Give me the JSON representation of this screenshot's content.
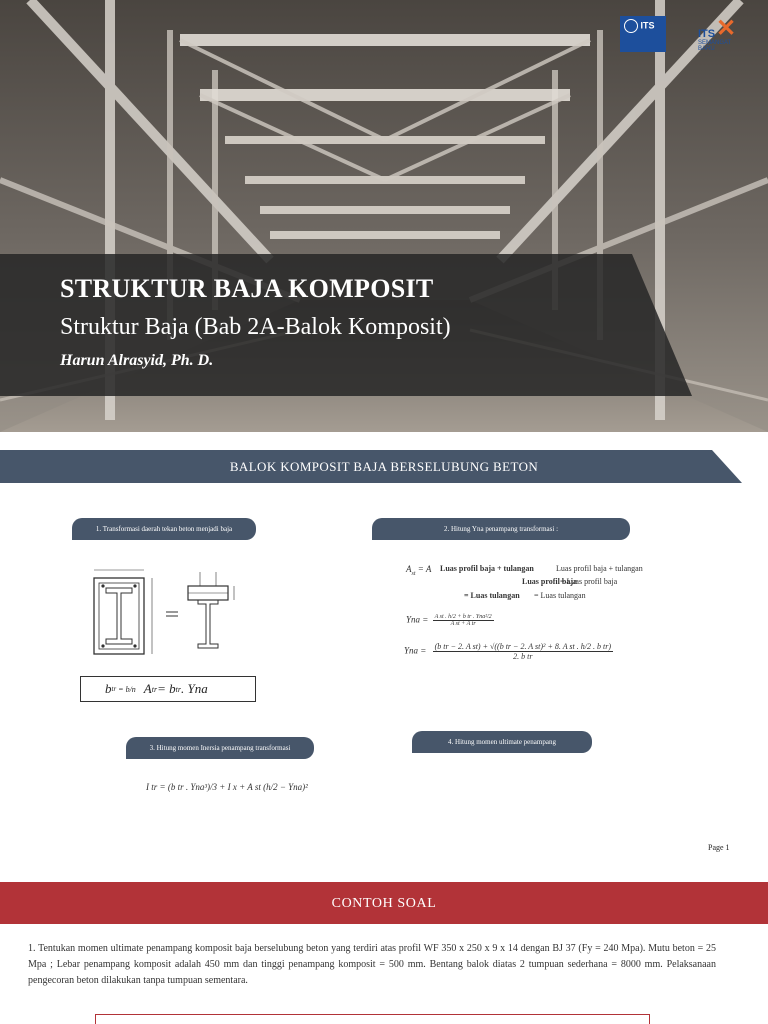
{
  "slide1": {
    "title": "STRUKTUR BAJA KOMPOSIT",
    "subtitle": "Struktur Baja (Bab 2A-Balok Komposit)",
    "author": "Harun Alrasyid, Ph. D.",
    "logo_its": "ITS",
    "logo_its_semangat": "ITS",
    "logo_semangat_line1": "SEMANGAT",
    "logo_semangat_line2": "BARU",
    "colors": {
      "title_band": "#262626",
      "logo_blue": "#1d4f9c",
      "logo_orange": "#e8692c"
    }
  },
  "slide2": {
    "header": "BALOK KOMPOSIT BAJA BERSELUBUNG BETON",
    "steps": [
      "1. Transformasi daerah tekan beton menjadi baja",
      "2. Hitung Yna penampang transformasi :",
      "3. Hitung momen Inersia penampang transformasi",
      "4. Hitung momen ultimate penampang"
    ],
    "eq_btr": "b",
    "eq_btr_sub": "tr",
    "eq_btr_frac": "= b/n",
    "eq_atr_box": "A",
    "eq_atr_sub": "tr",
    "eq_atr_rest": "= b",
    "eq_atr_rest_sub": "tr",
    "eq_atr_tail": ". Yna",
    "eq_ast": "A",
    "eq_ast_sub": "st",
    "eq_ast_rest": "= A",
    "note_ast_bold": "Luas profil baja + tulangan",
    "note_ast_plain": "Luas profil baja + tulangan",
    "note_as_bold": "Luas profil baja",
    "note_as_plain": "= Luas profil baja",
    "note_at_bold": "= Luas tulangan",
    "note_at_plain": "= Luas tulangan",
    "eq_yna1": "Yna =",
    "eq_yna1_num": "A st . h/2 + b tr . Yna²/2",
    "eq_yna1_den": "A st + A tr",
    "eq_yna2": "Yna =",
    "eq_yna2_num": "(b tr − 2. A st) + √((b tr − 2. A st)² + 8. A st . h/2 . b tr)",
    "eq_yna2_den": "2. b tr",
    "eq_itr": "I tr = (b tr . Yna³)/3 + I x + A st (h/2 − Yna)²",
    "page_label": "Page 1",
    "colors": {
      "header": "#47566a"
    }
  },
  "slide3": {
    "header": "CONTOH SOAL",
    "problem": "1. Tentukan momen ultimate penampang komposit baja berselubung beton yang terdiri atas profil WF 350 x 250 x 9 x 14 dengan BJ 37 (Fy = 240 Mpa). Mutu beton = 25 Mpa ; Lebar penampang komposit adalah 450 mm dan tinggi penampang komposit = 500 mm. Bentang balok diatas 2 tumpuan sederhana = 8000 mm. Pelaksanaan pengecoran beton dilakukan tanpa tumpuan sementara.",
    "colors": {
      "header": "#b23338"
    }
  }
}
